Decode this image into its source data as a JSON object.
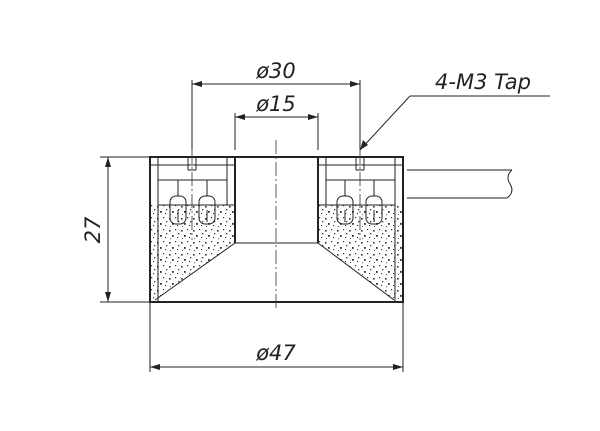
{
  "drawing": {
    "dimensions": {
      "outer_diameter": "ø47",
      "counterbore_diameter": "ø30",
      "bore_diameter": "ø15",
      "height": "27"
    },
    "callout": {
      "tap": "4-M3 Tap"
    }
  }
}
